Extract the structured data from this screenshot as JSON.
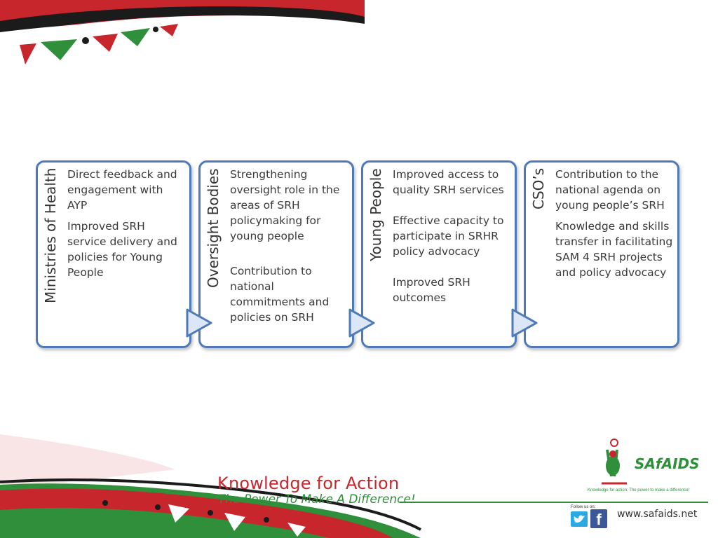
{
  "diagram": {
    "stakeholders": [
      {
        "title": "Ministries of Health",
        "points": [
          "Direct feedback and engagement with AYP",
          "Improved SRH service delivery and policies for Young People"
        ]
      },
      {
        "title": "Oversight Bodies",
        "points": [
          "Strengthening oversight role in the areas of SRH policymaking for young people",
          "Contribution to national commitments and policies on SRH"
        ]
      },
      {
        "title": "Young People",
        "points": [
          "Improved access to quality SRH services",
          "Effective capacity to participate in SRHR policy advocacy",
          "Improved SRH outcomes"
        ]
      },
      {
        "title": "CSO’s",
        "points": [
          "Contribution to the national agenda on young people’s SRH",
          "Knowledge and skills transfer in facilitating SAM 4 SRH projects and policy advocacy"
        ]
      }
    ]
  },
  "footer": {
    "title": "Knowledge for Action",
    "tagline": "The Power To Make A Difference!",
    "brand": "SAfAIDS",
    "brand_tagline": "Knowledge for action: The power to make a difference!",
    "follow_label": "Follow us on:",
    "website": "www.safaids.net"
  },
  "colors": {
    "box_border": "#4f7ab8",
    "chevron_fill": "#dbe7f6",
    "red": "#c8262d",
    "green": "#2f8f3a"
  },
  "icons": [
    "bunting-decoration",
    "chevron-right-icon",
    "twitter-icon",
    "facebook-icon",
    "safaids-logo"
  ]
}
